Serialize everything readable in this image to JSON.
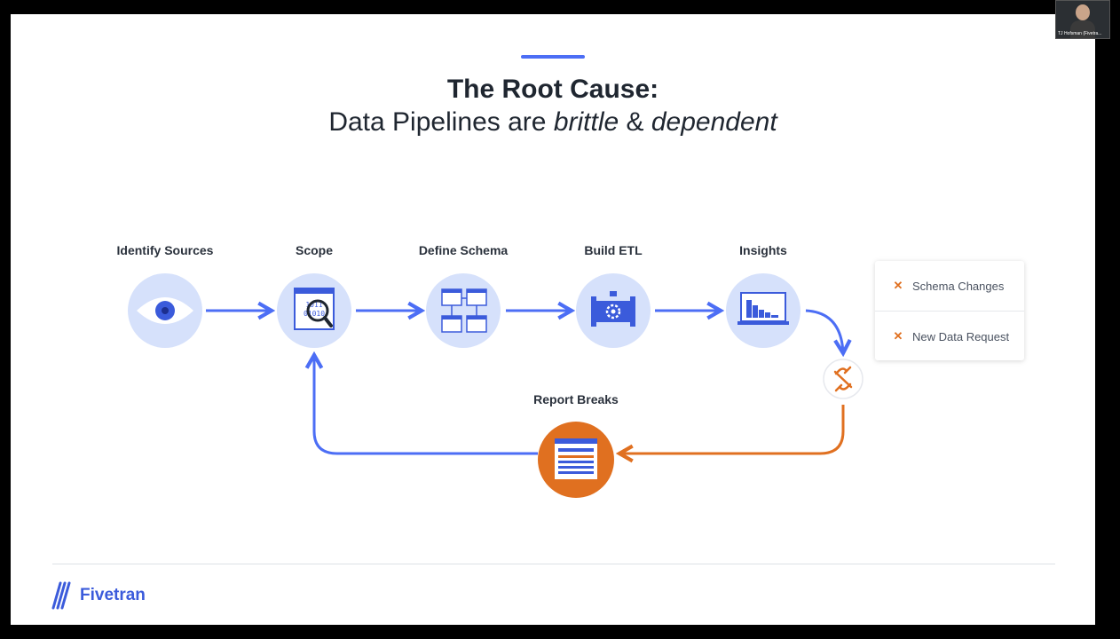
{
  "slide": {
    "title": "The Root Cause:",
    "subtitle_prefix": "Data Pipelines are ",
    "subtitle_em1": "brittle",
    "subtitle_mid": " & ",
    "subtitle_em2": "dependent"
  },
  "steps": [
    {
      "label": "Identify Sources",
      "icon": "eye-icon"
    },
    {
      "label": "Scope",
      "icon": "magnifier-binary-icon"
    },
    {
      "label": "Define Schema",
      "icon": "schema-tables-icon"
    },
    {
      "label": "Build ETL",
      "icon": "pipeline-gear-icon"
    },
    {
      "label": "Insights",
      "icon": "laptop-chart-icon"
    }
  ],
  "break_step": {
    "label": "Report Breaks",
    "icon": "report-icon"
  },
  "broken_link_icon": "broken-link-icon",
  "issues": [
    {
      "text": "Schema Changes",
      "icon": "x-icon"
    },
    {
      "text": "New Data Request",
      "icon": "x-icon"
    }
  ],
  "brand": {
    "name": "Fivetran",
    "icon": "fivetran-logo-icon"
  },
  "webcam": {
    "name": "TJ Hofsman (Fivetra..."
  },
  "colors": {
    "accent": "#4c6ef5",
    "node_fill": "#d6e1fb",
    "orange": "#e07020",
    "text": "#1f2630"
  }
}
